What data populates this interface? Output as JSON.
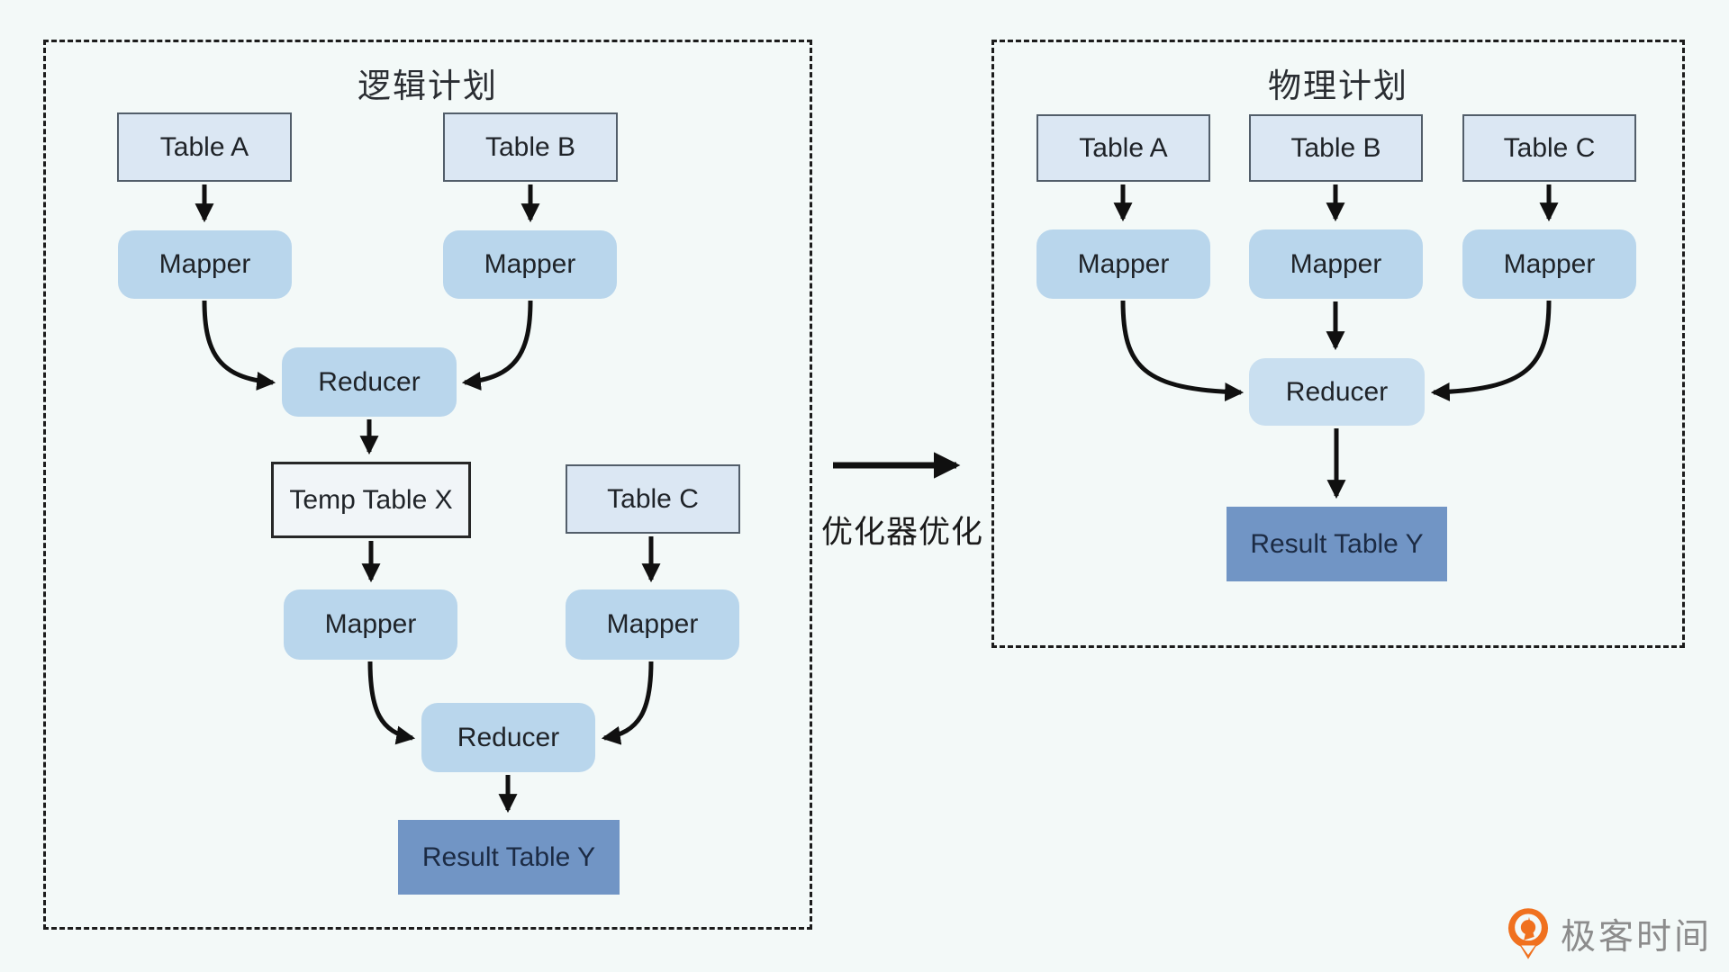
{
  "left_panel": {
    "title": "逻辑计划",
    "nodes": {
      "table_a": "Table A",
      "table_b": "Table B",
      "mapper_a": "Mapper",
      "mapper_b": "Mapper",
      "reducer_1": "Reducer",
      "temp_table_x": "Temp Table X",
      "table_c": "Table C",
      "mapper_temp": "Mapper",
      "mapper_c": "Mapper",
      "reducer_2": "Reducer",
      "result_table_y": "Result Table Y"
    }
  },
  "optimizer": {
    "label": "优化器优化"
  },
  "right_panel": {
    "title": "物理计划",
    "nodes": {
      "table_a": "Table A",
      "table_b": "Table B",
      "table_c": "Table C",
      "mapper_a": "Mapper",
      "mapper_b": "Mapper",
      "mapper_c": "Mapper",
      "reducer": "Reducer",
      "result_table_y": "Result Table Y"
    }
  },
  "watermark": {
    "brand": "极客时间"
  },
  "colors": {
    "background": "#f3f9f8",
    "table_fill": "#dbe7f3",
    "table_border": "#525e6a",
    "process_fill": "#b9d6ec",
    "process_fill_light": "#c9dff0",
    "temp_fill": "#f1f5f8",
    "result_fill": "#7195c5",
    "arrow": "#101010",
    "panel_border": "#1c1c1c",
    "logo_orange": "#F0711F",
    "watermark_text": "#8c8c8c"
  }
}
